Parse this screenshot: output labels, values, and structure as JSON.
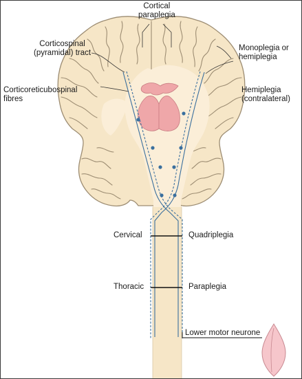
{
  "labels": {
    "cortical_paraplegia": "Cortical\nparaplegia",
    "corticospinal_tract": "Corticospinal\n(pyramidal) tract",
    "monoplegia_hemiplegia": "Monoplegia or\nhemiplegia",
    "corticoreticulospinal": "Corticoreticubospinal\nfibres",
    "hemiplegia_contralateral": "Hemiplegia\n(contralateral)",
    "cervical": "Cervical",
    "quadriplegia": "Quadriplegia",
    "thoracic": "Thoracic",
    "paraplegia": "Paraplegia",
    "lower_motor_neurone": "Lower motor neurone"
  },
  "colors": {
    "brain_fill": "#f6e6c7",
    "brain_outline": "#9c8c72",
    "white_matter": "#fbeed8",
    "nucleus_fill": "#efa7a9",
    "tract_line": "#3a6f9e",
    "muscle_fill": "#f6c6cb",
    "lesion_line": "#111111"
  }
}
